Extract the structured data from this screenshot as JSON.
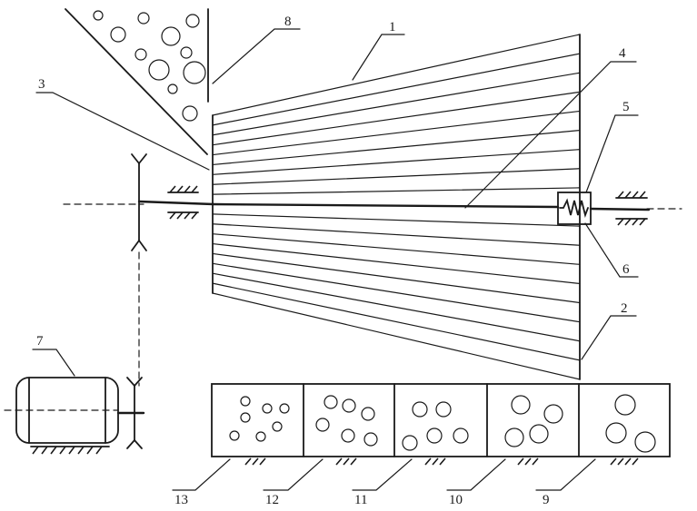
{
  "labels": {
    "l1": "1",
    "l2": "2",
    "l3": "3",
    "l4": "4",
    "l5": "5",
    "l6": "6",
    "l7": "7",
    "l8": "8",
    "l9": "9",
    "l10": "10",
    "l11": "11",
    "l12": "12",
    "l13": "13"
  },
  "screen": {
    "slat_count_top": 9,
    "slat_count_bottom": 9
  },
  "bins": [
    {
      "label_key": "l13",
      "circle_size": "smallest"
    },
    {
      "label_key": "l12",
      "circle_size": "small"
    },
    {
      "label_key": "l11",
      "circle_size": "medium"
    },
    {
      "label_key": "l10",
      "circle_size": "large"
    },
    {
      "label_key": "l9",
      "circle_size": "largest"
    }
  ]
}
